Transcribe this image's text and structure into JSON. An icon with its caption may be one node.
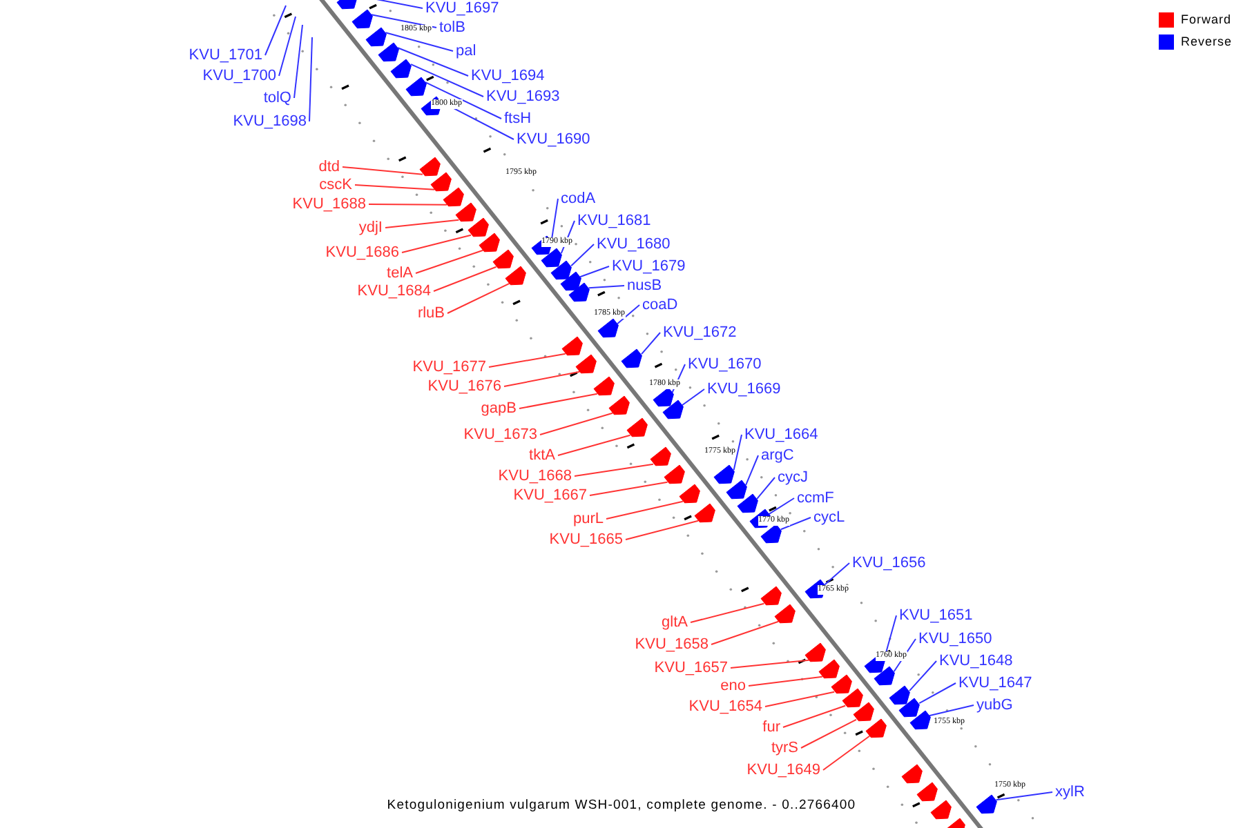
{
  "diagram": {
    "caption": "Ketogulonigenium vulgarum WSH-001, complete genome. - 0..2766400",
    "nodes": [
      {
        "text": [
          "KVU_1701"
        ]
      },
      {
        "text": [
          "KVU_1700"
        ]
      },
      {
        "text": [
          "tolQ"
        ]
      },
      {
        "text": [
          "KVU_1698"
        ]
      },
      {
        "text": [
          "KVU_1697"
        ]
      },
      {
        "text": [],
        "shape": "arrow"
      },
      {
        "text": [
          "tolB"
        ]
      },
      {
        "text": [],
        "shape": "arrow"
      },
      {
        "text": [
          "pal"
        ]
      },
      {
        "text": [],
        "shape": "arrow"
      },
      {
        "text": [
          "KVU_1694"
        ]
      },
      {
        "text": [],
        "shape": "arrow"
      },
      {
        "text": [
          "KVU_1693"
        ]
      },
      {
        "text": [],
        "shape": "arrow"
      },
      {
        "text": [
          "ftsH"
        ]
      },
      {
        "text": [],
        "shape": "arrow"
      },
      {
        "text": [
          "KVU_1690"
        ]
      },
      {
        "text": [],
        "shape": "arrow"
      },
      {
        "text": [
          "dtd"
        ]
      },
      {
        "text": [],
        "shape": "arrow"
      },
      {
        "text": [
          "cscK"
        ]
      },
      {
        "text": [],
        "shape": "arrow"
      },
      {
        "text": [
          "KVU_1688"
        ]
      },
      {
        "text": [],
        "shape": "arrow"
      },
      {
        "text": [
          "ydjI"
        ]
      },
      {
        "text": [],
        "shape": "arrow"
      },
      {
        "text": [
          "KVU_1686"
        ]
      },
      {
        "text": [],
        "shape": "arrow"
      },
      {
        "text": [
          "telA"
        ]
      },
      {
        "text": [],
        "shape": "arrow"
      },
      {
        "text": [
          "KVU_1684"
        ]
      },
      {
        "text": [],
        "shape": "arrow"
      },
      {
        "text": [
          "rluB"
        ]
      },
      {
        "text": [],
        "shape": "arrow"
      },
      {
        "text": [
          "codA"
        ]
      },
      {
        "text": [],
        "shape": "arrow"
      },
      {
        "text": [
          "KVU_1681"
        ]
      },
      {
        "text": [],
        "shape": "arrow"
      },
      {
        "text": [
          "KVU_1680"
        ]
      },
      {
        "text": [],
        "shape": "arrow"
      },
      {
        "text": [
          "KVU_1679"
        ]
      },
      {
        "text": [],
        "shape": "arrow"
      },
      {
        "text": [
          "nusB"
        ]
      },
      {
        "text": [],
        "shape": "arrow"
      },
      {
        "text": [
          "coaD"
        ]
      },
      {
        "text": [],
        "shape": "arrow"
      },
      {
        "text": [
          "KVU_1672"
        ]
      },
      {
        "text": [],
        "shape": "arrow"
      },
      {
        "text": [
          "KVU_1677"
        ]
      },
      {
        "text": [],
        "shape": "arrow"
      },
      {
        "text": [
          "KVU_1676"
        ]
      },
      {
        "text": [],
        "shape": "arrow"
      },
      {
        "text": [
          "gapB"
        ]
      },
      {
        "text": [],
        "shape": "arrow"
      },
      {
        "text": [
          "KVU_1670"
        ]
      },
      {
        "text": [],
        "shape": "arrow"
      },
      {
        "text": [
          "KVU_1669"
        ]
      },
      {
        "text": [],
        "shape": "arrow"
      },
      {
        "text": [
          "KVU_1673"
        ]
      },
      {
        "text": [],
        "shape": "arrow"
      },
      {
        "text": [
          "tktA"
        ]
      },
      {
        "text": [],
        "shape": "arrow"
      },
      {
        "text": [
          "KVU_1664"
        ]
      },
      {
        "text": [],
        "shape": "arrow"
      },
      {
        "text": [
          "argC"
        ]
      },
      {
        "text": [],
        "shape": "arrow"
      },
      {
        "text": [
          "KVU_1668"
        ]
      },
      {
        "text": [],
        "shape": "arrow"
      },
      {
        "text": [
          "KVU_1667"
        ]
      },
      {
        "text": [],
        "shape": "arrow"
      },
      {
        "text": [
          "cycJ"
        ]
      },
      {
        "text": [],
        "shape": "arrow"
      },
      {
        "text": [
          "purL"
        ]
      },
      {
        "text": [],
        "shape": "arrow"
      },
      {
        "text": [
          "ccmF"
        ]
      },
      {
        "text": [],
        "shape": "arrow"
      },
      {
        "text": [
          "cycL"
        ]
      },
      {
        "text": [],
        "shape": "arrow"
      },
      {
        "text": [
          "KVU_1665"
        ]
      },
      {
        "text": [],
        "shape": "arrow"
      },
      {
        "text": [
          "KVU_1656"
        ]
      },
      {
        "text": [],
        "shape": "arrow"
      },
      {
        "text": [
          "gltA"
        ]
      },
      {
        "text": [],
        "shape": "arrow"
      },
      {
        "text": [
          "KVU_1658"
        ]
      },
      {
        "text": [],
        "shape": "arrow"
      },
      {
        "text": [
          "KVU_1651"
        ]
      },
      {
        "text": [],
        "shape": "arrow"
      },
      {
        "text": [
          "KVU_1650"
        ]
      },
      {
        "text": [],
        "shape": "arrow"
      },
      {
        "text": [
          "KVU_1657"
        ]
      },
      {
        "text": [],
        "shape": "arrow"
      },
      {
        "text": [
          "KVU_1648"
        ]
      },
      {
        "text": [],
        "shape": "arrow"
      },
      {
        "text": [
          "eno"
        ]
      },
      {
        "text": [],
        "shape": "arrow"
      },
      {
        "text": [
          "KVU_1647"
        ]
      },
      {
        "text": [],
        "shape": "arrow"
      },
      {
        "text": [
          "KVU_1654"
        ]
      },
      {
        "text": [],
        "shape": "arrow"
      },
      {
        "text": [
          "yubG"
        ]
      },
      {
        "text": [],
        "shape": "arrow"
      },
      {
        "text": [
          "fur"
        ]
      },
      {
        "text": [],
        "shape": "arrow"
      },
      {
        "text": [
          "tyrS"
        ]
      },
      {
        "text": [],
        "shape": "arrow"
      },
      {
        "text": [
          "KVU_1649"
        ]
      },
      {
        "text": [],
        "shape": "arrow"
      },
      {
        "text": [
          "xylR"
        ]
      },
      {
        "text": [],
        "shape": "arrow"
      },
      {
        "text": [],
        "shape": "arrow"
      },
      {
        "text": [],
        "shape": "arrow"
      },
      {
        "text": [],
        "shape": "arrow"
      },
      {
        "text": [],
        "shape": "arrow"
      }
    ],
    "edges": [
      {
        "from": 0,
        "to": null,
        "arrow": "none"
      },
      {
        "from": 1,
        "to": null,
        "arrow": "none"
      },
      {
        "from": 2,
        "to": null,
        "arrow": "none"
      },
      {
        "from": 3,
        "to": null,
        "arrow": "none"
      },
      {
        "from": 4,
        "to": 5,
        "arrow": "none"
      },
      {
        "from": 6,
        "to": 7,
        "arrow": "none"
      },
      {
        "from": 8,
        "to": 9,
        "arrow": "none"
      },
      {
        "from": 10,
        "to": 11,
        "arrow": "none"
      },
      {
        "from": 12,
        "to": 13,
        "arrow": "none"
      },
      {
        "from": 14,
        "to": 15,
        "arrow": "none"
      },
      {
        "from": 16,
        "to": 17,
        "arrow": "none"
      },
      {
        "from": 18,
        "to": 19,
        "arrow": "none",
        "color": "#ff3333"
      },
      {
        "from": 20,
        "to": 21,
        "arrow": "none",
        "color": "#ff3333"
      },
      {
        "from": 22,
        "to": 23,
        "arrow": "none",
        "color": "#ff3333"
      },
      {
        "from": 24,
        "to": 25,
        "arrow": "none",
        "color": "#ff3333"
      },
      {
        "from": 26,
        "to": 27,
        "arrow": "none",
        "color": "#ff3333"
      },
      {
        "from": 28,
        "to": 29,
        "arrow": "none",
        "color": "#ff3333"
      },
      {
        "from": 30,
        "to": 31,
        "arrow": "none",
        "color": "#ff3333"
      },
      {
        "from": 32,
        "to": 33,
        "arrow": "none",
        "color": "#ff3333"
      },
      {
        "from": 34,
        "to": 35,
        "arrow": "none"
      },
      {
        "from": 36,
        "to": 37,
        "arrow": "none"
      },
      {
        "from": 38,
        "to": 39,
        "arrow": "none"
      },
      {
        "from": 40,
        "to": 41,
        "arrow": "none"
      },
      {
        "from": 42,
        "to": 43,
        "arrow": "none"
      },
      {
        "from": 44,
        "to": 45,
        "arrow": "none"
      },
      {
        "from": 46,
        "to": 47,
        "arrow": "none"
      },
      {
        "from": 48,
        "to": 49,
        "arrow": "none",
        "color": "#ff3333"
      },
      {
        "from": 50,
        "to": 51,
        "arrow": "none",
        "color": "#ff3333"
      },
      {
        "from": 52,
        "to": 53,
        "arrow": "none",
        "color": "#ff3333"
      },
      {
        "from": 54,
        "to": 55,
        "arrow": "none"
      },
      {
        "from": 56,
        "to": 57,
        "arrow": "none"
      },
      {
        "from": 58,
        "to": 59,
        "arrow": "none",
        "color": "#ff3333"
      },
      {
        "from": 60,
        "to": 61,
        "arrow": "none",
        "color": "#ff3333"
      },
      {
        "from": 62,
        "to": 63,
        "arrow": "none"
      },
      {
        "from": 64,
        "to": 65,
        "arrow": "none"
      },
      {
        "from": 66,
        "to": 67,
        "arrow": "none",
        "color": "#ff3333"
      },
      {
        "from": 68,
        "to": 69,
        "arrow": "none",
        "color": "#ff3333"
      },
      {
        "from": 70,
        "to": 71,
        "arrow": "none"
      },
      {
        "from": 72,
        "to": 73,
        "arrow": "none",
        "color": "#ff3333"
      },
      {
        "from": 74,
        "to": 75,
        "arrow": "none"
      },
      {
        "from": 76,
        "to": 77,
        "arrow": "none"
      },
      {
        "from": 78,
        "to": 79,
        "arrow": "none",
        "color": "#ff3333"
      },
      {
        "from": 80,
        "to": 81,
        "arrow": "none"
      },
      {
        "from": 82,
        "to": 83,
        "arrow": "none",
        "color": "#ff3333"
      },
      {
        "from": 84,
        "to": 85,
        "arrow": "none",
        "color": "#ff3333"
      },
      {
        "from": 86,
        "to": 87,
        "arrow": "none"
      },
      {
        "from": 88,
        "to": 89,
        "arrow": "none"
      },
      {
        "from": 90,
        "to": 91,
        "arrow": "none",
        "color": "#ff3333"
      },
      {
        "from": 92,
        "to": 93,
        "arrow": "none"
      },
      {
        "from": 94,
        "to": 95,
        "arrow": "none",
        "color": "#ff3333"
      },
      {
        "from": 96,
        "to": 97,
        "arrow": "none"
      },
      {
        "from": 98,
        "to": 99,
        "arrow": "none",
        "color": "#ff3333"
      },
      {
        "from": 100,
        "to": 101,
        "arrow": "none"
      },
      {
        "from": 102,
        "to": 103,
        "arrow": "none",
        "color": "#ff3333"
      },
      {
        "from": 104,
        "to": 105,
        "arrow": "none",
        "color": "#ff3333"
      },
      {
        "from": 106,
        "to": 107,
        "arrow": "none",
        "color": "#ff3333"
      },
      {
        "from": 108,
        "to": 109,
        "arrow": "none"
      }
    ],
    "labels": [
      "1805 kbp",
      "1800 kbp",
      "1795 kbp",
      "1790 kbp",
      "1785 kbp",
      "1780 kbp",
      "1775 kbp",
      "1770 kbp",
      "1765 kbp",
      "1760 kbp",
      "1755 kbp",
      "1750 kbp"
    ],
    "legend": [
      {
        "text": "Forward",
        "color": "#ff0000"
      },
      {
        "text": "Reverse",
        "color": "#0000ff"
      }
    ]
  }
}
